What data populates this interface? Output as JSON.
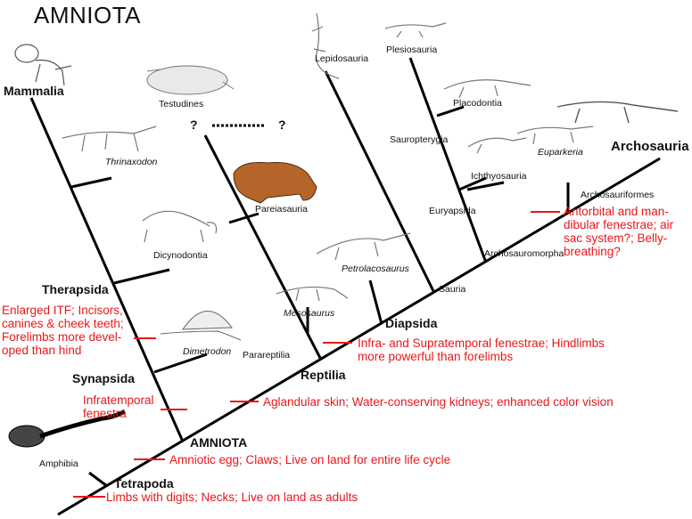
{
  "title": "AMNIOTA",
  "clades": {
    "mammalia": "Mammalia",
    "therapsida": "Therapsida",
    "synapsida": "Synapsida",
    "amniota": "AMNIOTA",
    "tetrapoda": "Tetrapoda",
    "reptilia": "Reptilia",
    "diapsida": "Diapsida",
    "archosauria": "Archosauria"
  },
  "taxa": {
    "testudines": "Testudines",
    "thrinaxodon": "Thrinaxodon",
    "pareiasauria": "Pareiasauria",
    "dicynodontia": "Dicynodontia",
    "dimetrodon": "Dimetrodon",
    "mesosaurus": "Mesosaurus",
    "parareptilia": "Parareptilia",
    "amphibia": "Amphibia",
    "lepidosauria": "Lepidosauria",
    "plesiosauria": "Plesiosauria",
    "placodontia": "Placodontia",
    "sauropterygia": "Sauropterygia",
    "ichthyosauria": "Ichthyosauria",
    "euryapsida": "Euryapsida",
    "euparkeria": "Euparkeria",
    "archosauriformes": "Archosauriformes",
    "archosauromorpha": "Archosauromorpha",
    "petrolacosaurus": "Petrolacosaurus",
    "sauria": "Sauria"
  },
  "question_marks": {
    "left": "?",
    "right": "?"
  },
  "traits": {
    "therapsida": "Enlarged ITF; Incisors,\ncanines & cheek teeth;\nForelimbs more devel-\noped than hind",
    "synapsida": "Infratemporal\nfenestra",
    "amniota": "Amniotic egg; Claws; Live on land for entire life cycle",
    "tetrapoda": "Limbs with digits; Necks; Live on land as adults",
    "reptilia": "Aglandular skin; Water-conserving kidneys; enhanced color vision",
    "diapsida": "Infra- and Supratemporal fenestrae; Hindlimbs\nmore powerful than forelimbs",
    "archosauriformes": "Antorbital and man-\ndibular fenestrae; air\nsac system?; Belly-\nbreathing?"
  },
  "colors": {
    "line": "#000000",
    "trait": "#e8171b",
    "pareiasaur": "#b5652a"
  },
  "icons": [
    "mammal-skeleton-icon",
    "turtle-skeleton-icon",
    "thrinaxodon-skeleton-icon",
    "pareiasaur-icon",
    "dicynodont-skeleton-icon",
    "dimetrodon-skeleton-icon",
    "mesosaurus-skeleton-icon",
    "amphibian-icon",
    "lepidosaur-skeleton-icon",
    "plesiosaur-skeleton-icon",
    "placodont-skeleton-icon",
    "ichthyosaur-skeleton-icon",
    "euparkeria-skeleton-icon",
    "crocodile-skeleton-icon",
    "petrolacosaurus-skeleton-icon"
  ]
}
